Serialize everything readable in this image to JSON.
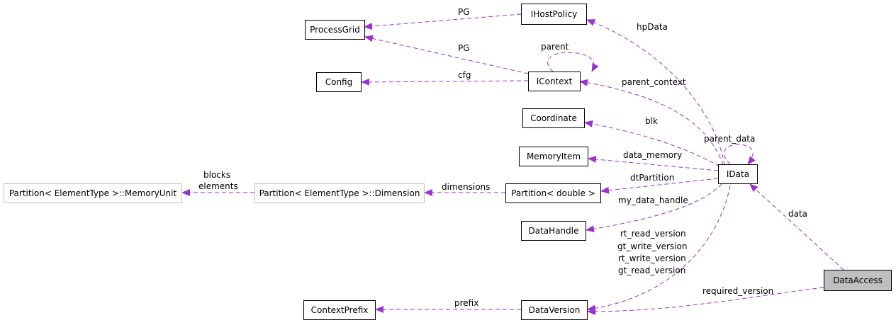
{
  "colors": {
    "edge": "#9a32cd",
    "focus_fill": "#bfbfbf",
    "external_border": "#bfbfbf",
    "node_border": "#000000"
  },
  "nodes": {
    "ihostpolicy": "IHostPolicy",
    "processgrid": "ProcessGrid",
    "config": "Config",
    "icontext": "IContext",
    "coordinate": "Coordinate",
    "memoryitem": "MemoryItem",
    "idata": "IData",
    "memoryunit": "Partition< ElementType >::MemoryUnit",
    "dimension": "Partition< ElementType >::Dimension",
    "partition_double": "Partition< double >",
    "datahandle": "DataHandle",
    "dataaccess": "DataAccess",
    "contextprefix": "ContextPrefix",
    "dataversion": "DataVersion"
  },
  "edge_labels": {
    "pg_hostpolicy": "PG",
    "pg_context": "PG",
    "hpdata": "hpData",
    "parent": "parent",
    "cfg": "cfg",
    "parent_context": "parent_context",
    "blk": "blk",
    "parent_data": "parent_data",
    "data_memory": "data_memory",
    "blocks": "blocks",
    "elements": "elements",
    "dimensions": "dimensions",
    "dtpartition": "dtPartition",
    "my_data_handle": "my_data_handle",
    "data": "data",
    "rt_read_version": "rt_read_version",
    "gt_write_version": "gt_write_version",
    "rt_write_version": "rt_write_version",
    "gt_read_version": "gt_read_version",
    "required_version": "required_version",
    "prefix": "prefix"
  }
}
